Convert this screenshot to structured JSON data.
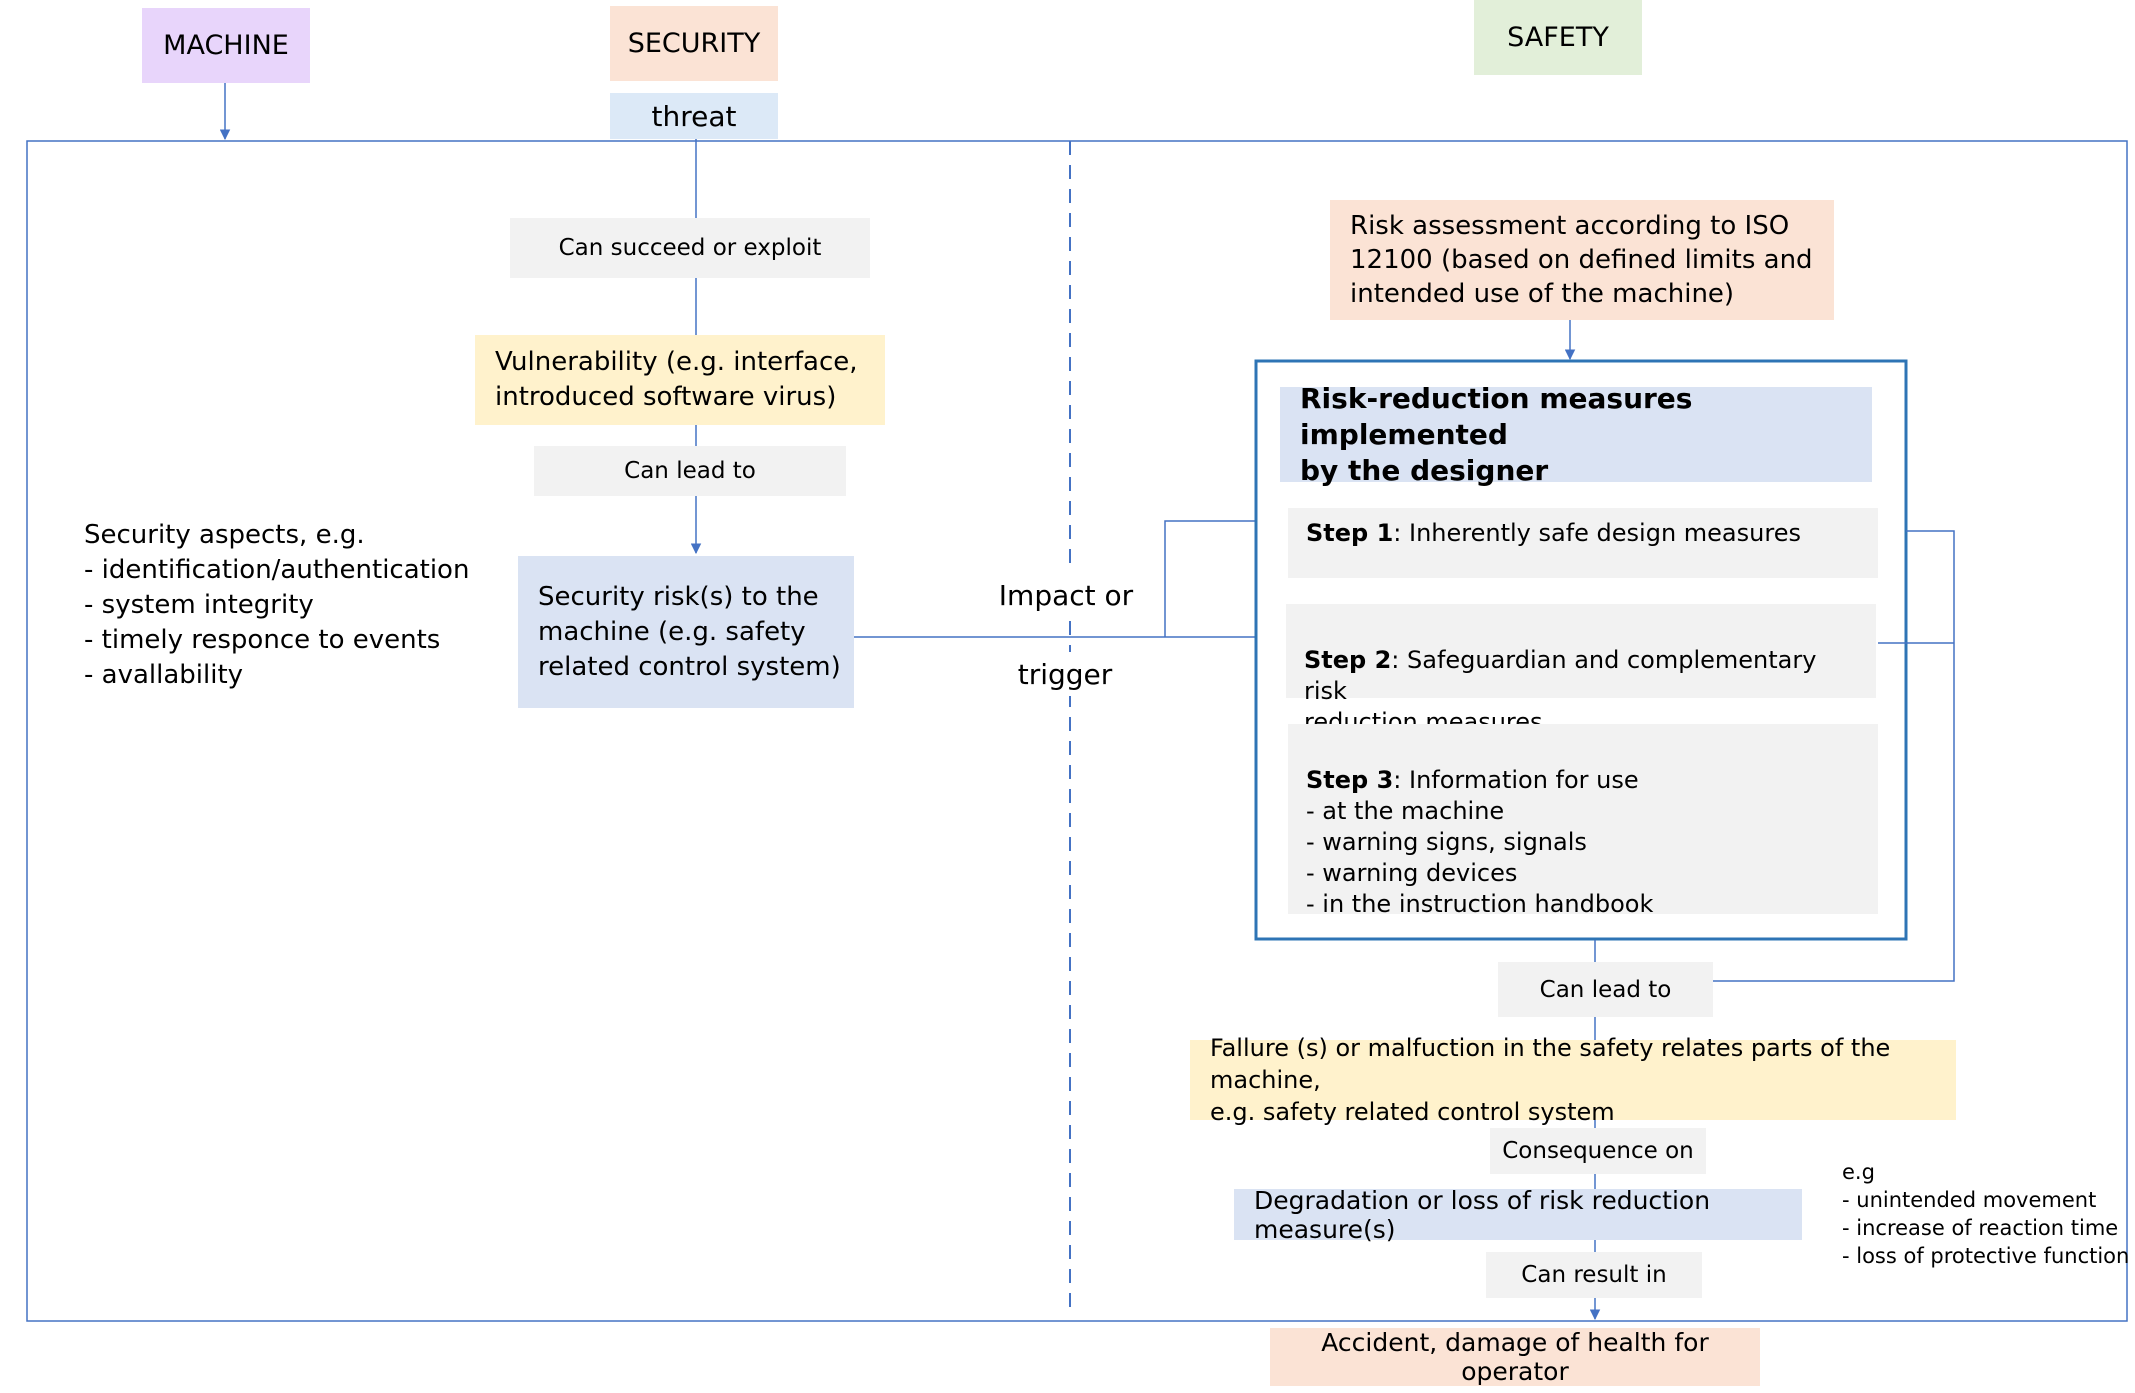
{
  "headers": {
    "machine": "MACHINE",
    "security": "SECURITY",
    "safety": "SAFETY"
  },
  "threat": "threat",
  "security_flow": {
    "can_succeed": "Can succeed or exploit",
    "vulnerability": "Vulnerability (e.g. interface,\nintroduced software virus)",
    "can_lead_to": "Can lead to",
    "security_risk": "Security risk(s) to the\nmachine (e.g. safety\nrelated control system)"
  },
  "security_aspects": "Security aspects, e.g.\n- identification/authentication\n- system integrity\n- timely responce to events\n- avallability",
  "impact_label_1": "Impact or",
  "impact_label_2": "trigger",
  "safety_flow": {
    "risk_assessment": "Risk assessment according to ISO\n12100 (based on defined limits and\nintended use of the machine)",
    "risk_reduction_title": "Risk-reduction measures implemented\nby the designer",
    "step1_label": "Step 1",
    "step1_text": ": Inherently safe design measures",
    "step2_label": "Step 2",
    "step2_text": ": Safeguardian and complementary risk\nreduction measures",
    "step3_label": "Step 3",
    "step3_text": ": Information for use\n- at the machine\n- warning signs, signals\n- warning devices\n- in the instruction handbook",
    "can_lead_to": "Can lead to",
    "failure": "Fallure (s) or malfuction in the safety relates parts of the machine,\ne.g. safety related control system",
    "consequence_on": "Consequence on",
    "degradation": "Degradation or loss of risk reduction measure(s)",
    "can_result_in": "Can result in",
    "accident": "Accident, damage of health for operator"
  },
  "examples": "e.g\n- unintended movement\n- increase of reaction time\n- loss of protective function",
  "colors": {
    "machine": "#e8d5fb",
    "security": "#fbe3d5",
    "safety": "#e2efd9",
    "threat": "#dce9f7",
    "vulnerability": "#fff2cc",
    "risk_blue": "#dae3f3",
    "label_grey": "#f2f2f2",
    "line_blue": "#4472c4",
    "frame_blue": "#2e74b5"
  }
}
